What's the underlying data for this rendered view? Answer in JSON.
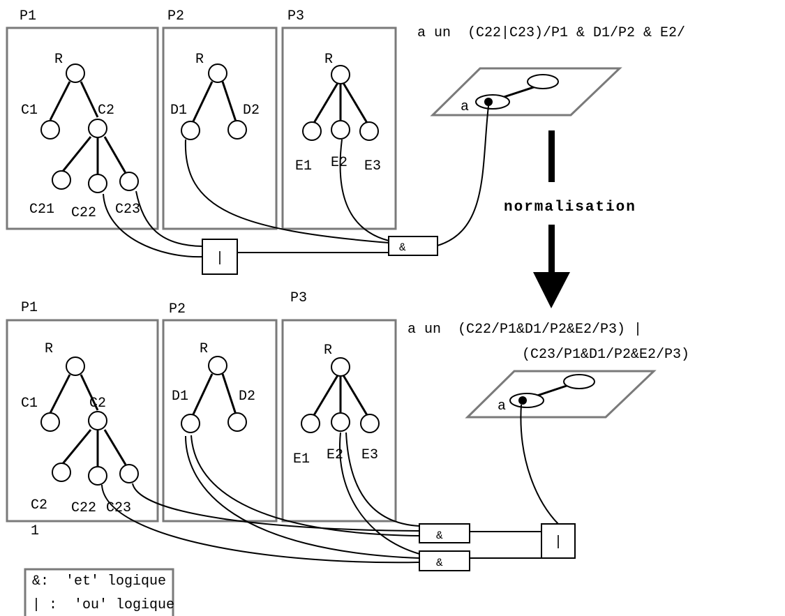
{
  "top": {
    "panels": [
      {
        "label": "P1",
        "root": "R",
        "left": "C1",
        "right": "C2",
        "c21": "C21",
        "c22": "C22",
        "c23": "C23"
      },
      {
        "label": "P2",
        "root": "R",
        "left": "D1",
        "right": "D2"
      },
      {
        "label": "P3",
        "root": "R",
        "e1": "E1",
        "e2": "E2",
        "e3": "E3"
      }
    ],
    "formula": "a un  (C22|C23)/P1 & D1/P2 & E2/",
    "object_label": "a",
    "gate_or": "|",
    "gate_and": "&"
  },
  "arrow_label": "normalisation",
  "bottom": {
    "panels": [
      {
        "label": "P1",
        "root": "R",
        "left": "C1",
        "right": "C2",
        "c21_a": "C2",
        "c21_b": "1",
        "c22": "C22",
        "c23": "C23"
      },
      {
        "label": "P2",
        "root": "R",
        "left": "D1",
        "right": "D2"
      },
      {
        "label": "P3",
        "root": "R",
        "e1": "E1",
        "e2": "E2",
        "e3": "E3"
      }
    ],
    "formula_line1": "a un  (C22/P1&D1/P2&E2/P3) |",
    "formula_line2": "(C23/P1&D1/P2&E2/P3)",
    "object_label": "a",
    "gate_and_1": "&",
    "gate_and_2": "&",
    "gate_or": "|"
  },
  "legend": {
    "line1": "&:  'et' logique",
    "line2": "| :  'ou' logique"
  }
}
